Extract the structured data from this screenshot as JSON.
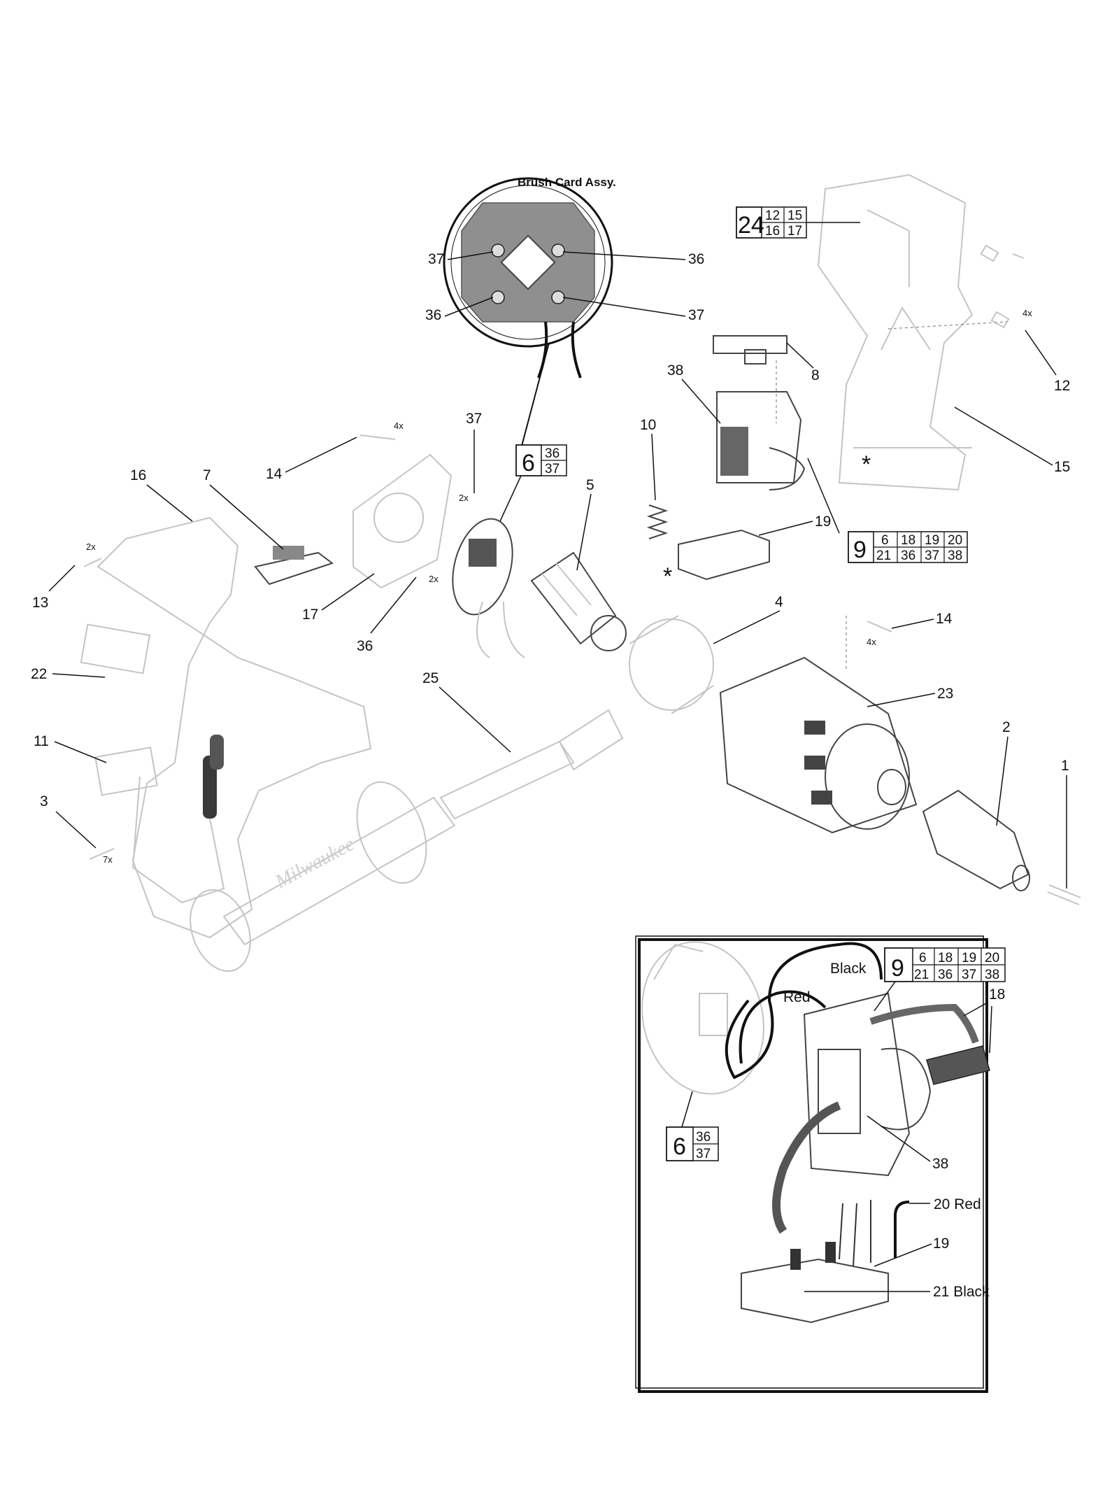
{
  "brush_card": {
    "title": "Brush Card Assy.",
    "labels": [
      "37",
      "36",
      "36",
      "37"
    ]
  },
  "callouts": {
    "c1": "1",
    "c2": "2",
    "c3": "3",
    "c4": "4",
    "c5": "5",
    "c7": "7",
    "c8": "8",
    "c10": "10",
    "c11": "11",
    "c12": "12",
    "c13": "13",
    "c14a": "14",
    "c14b": "14",
    "c15": "15",
    "c16": "16",
    "c17": "17",
    "c19": "19",
    "c22": "22",
    "c23": "23",
    "c25": "25",
    "c36": "36",
    "c37": "37",
    "c38": "38"
  },
  "qty": {
    "q14a": "4x",
    "q14b": "4x",
    "q12": "4x",
    "q13": "2x",
    "q3": "7x",
    "q37": "2x",
    "q36": "2x"
  },
  "kits": {
    "kit24": {
      "main": "24",
      "parts": [
        "12",
        "15",
        "16",
        "17"
      ]
    },
    "kit6": {
      "main": "6",
      "parts": [
        "36",
        "37"
      ]
    },
    "kit9": {
      "main": "9",
      "parts": [
        "6",
        "18",
        "19",
        "20",
        "21",
        "36",
        "37",
        "38"
      ]
    }
  },
  "asterisks": [
    "*",
    "*"
  ],
  "brand": "Milwaukee",
  "inset": {
    "wire_black": "Black",
    "wire_red": "Red",
    "c18": "18",
    "c38": "38",
    "c20": "20  Red",
    "c19": "19",
    "c21": "21  Black",
    "kit6": {
      "main": "6",
      "parts": [
        "36",
        "37"
      ]
    },
    "kit9": {
      "main": "9",
      "parts": [
        "6",
        "18",
        "19",
        "20",
        "21",
        "36",
        "37",
        "38"
      ]
    }
  }
}
